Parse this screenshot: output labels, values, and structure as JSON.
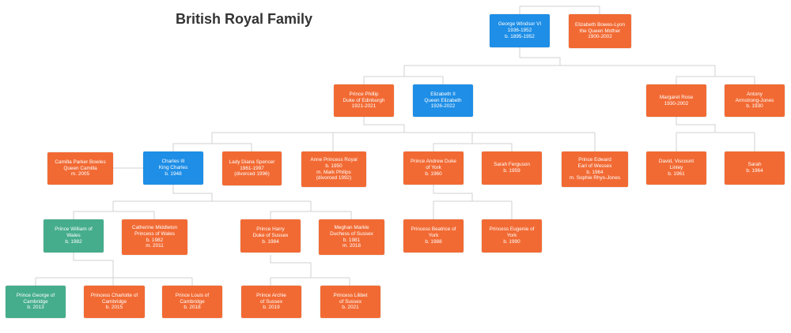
{
  "title": "British Royal Family",
  "colors": {
    "orange": "#f26a33",
    "blue": "#1e8ee6",
    "green": "#45ad8c",
    "line": "#d0d0d0"
  },
  "nodes": {
    "george_vi": {
      "lines": [
        "George Windsor VI",
        "1936-1952",
        "b. 1895-1952"
      ],
      "color": "blue"
    },
    "elizabeth_bowes_lyon": {
      "lines": [
        "Elizabeth Bowes-Lyon",
        "the Queen Mother",
        "1900-2002"
      ],
      "color": "orange"
    },
    "philip": {
      "lines": [
        "Prince Phillip",
        "Duke of Edinburgh",
        "1921-2021"
      ],
      "color": "orange"
    },
    "elizabeth_ii": {
      "lines": [
        "Elizabeth II",
        "Queen Elizabeth",
        "1926-2022"
      ],
      "color": "blue"
    },
    "margaret": {
      "lines": [
        "Margaret Rose",
        "1930-2002"
      ],
      "color": "orange"
    },
    "antony": {
      "lines": [
        "Antony",
        "Armstrong-Jones",
        "b. 1930"
      ],
      "color": "orange"
    },
    "camilla": {
      "lines": [
        "Camilla Parker Bowles",
        "Queen Camilla",
        "m. 2005"
      ],
      "color": "orange"
    },
    "charles": {
      "lines": [
        "Charles III",
        "King Charles",
        "b. 1948"
      ],
      "color": "blue"
    },
    "diana": {
      "lines": [
        "Lady Diana Spencer",
        "1961-1997",
        "(divorced 1996)"
      ],
      "color": "orange"
    },
    "anne": {
      "lines": [
        "Anne Princess Royal",
        "b. 1950",
        "m. Mark Philips",
        "(divorced 1992)"
      ],
      "color": "orange"
    },
    "andrew": {
      "lines": [
        "Prince Andrew Duke",
        "of York",
        "b. 1960"
      ],
      "color": "orange"
    },
    "sarah_ferguson": {
      "lines": [
        "Sarah Ferguson",
        "b. 1959"
      ],
      "color": "orange"
    },
    "edward": {
      "lines": [
        "Prince Edward",
        "Earl of Wessex",
        "b. 1964",
        "m. Sophie Rhys-Jones"
      ],
      "color": "orange"
    },
    "david": {
      "lines": [
        "David, Viscount",
        "Linley",
        "b. 1961"
      ],
      "color": "orange"
    },
    "sarah": {
      "lines": [
        "Sarah",
        "b. 1964"
      ],
      "color": "orange"
    },
    "william": {
      "lines": [
        "Prince William of",
        "Wales",
        "b. 1982"
      ],
      "color": "green"
    },
    "catherine": {
      "lines": [
        "Catherine Middleton",
        "Princess of Wales",
        "b. 1982",
        "m. 2011"
      ],
      "color": "orange"
    },
    "harry": {
      "lines": [
        "Prince Harry",
        "Duke of Sussex",
        "b. 1984"
      ],
      "color": "orange"
    },
    "meghan": {
      "lines": [
        "Meghan Markle",
        "Duchess of Sussex",
        "b. 1981",
        "m. 2018"
      ],
      "color": "orange"
    },
    "beatrice": {
      "lines": [
        "Princess Beatrice of",
        "York",
        "b. 1988"
      ],
      "color": "orange"
    },
    "eugenie": {
      "lines": [
        "Princess Eugenie of",
        "York",
        "b. 1990"
      ],
      "color": "orange"
    },
    "george": {
      "lines": [
        "Prince George of",
        "Cambridge",
        "b. 2013"
      ],
      "color": "green"
    },
    "charlotte": {
      "lines": [
        "Princess Charlotte of",
        "Cambridge",
        "b. 2015"
      ],
      "color": "orange"
    },
    "louis": {
      "lines": [
        "Prince Louis of",
        "Cambridge",
        "b. 2018"
      ],
      "color": "orange"
    },
    "archie": {
      "lines": [
        "Prince Archie",
        "of Sussex",
        "b. 2019"
      ],
      "color": "orange"
    },
    "lilibet": {
      "lines": [
        "Princess Lilibet",
        "of Sussex",
        "b. 2021"
      ],
      "color": "orange"
    }
  }
}
